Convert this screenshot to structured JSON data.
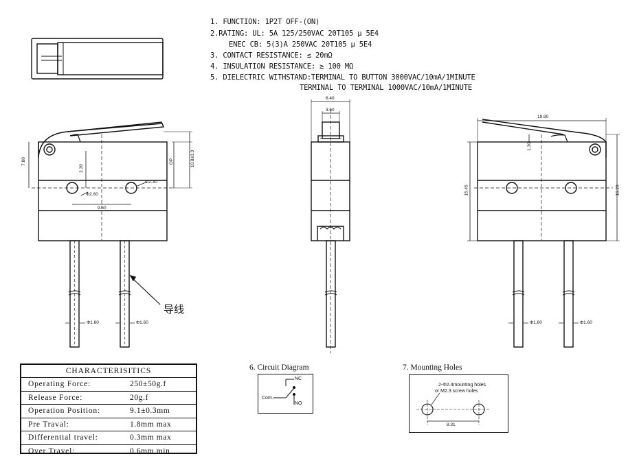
{
  "specs": [
    "1. FUNCTION: 1P2T OFF-(ON)",
    "2.RATING: UL: 5A 125/250VAC 20T105 μ 5E4",
    "ENEC CB: 5(3)A 250VAC 20T105 μ 5E4",
    "3. CONTACT RESISTANCE: ≤ 20mΩ",
    "4. INSULATION RESISTANCE: ≥ 100 MΩ",
    "5. DIELECTRIC WITHSTAND:TERMINAL TO BUTTON 3000VAC/10mA/1MINUTE",
    "TERMINAL TO TERMINAL 1000VAC/10mA/1MINUTE"
  ],
  "dims": {
    "front_h1": "7.80",
    "front_h2": "2.30",
    "front_hole_d": "Φ2.60",
    "front_hole_d2": "Φ2.30",
    "front_pitch": "9.50",
    "front_h3": "OP",
    "front_h4": "10.8±0.3",
    "front_wire_d1": "Φ1.60",
    "front_wire_d2": "Φ1.60",
    "side_w1": "6.40",
    "side_w2": "3.60",
    "right_w": "19.90",
    "right_h1": "1.30",
    "right_h2": "15.45",
    "right_h3": "16.20",
    "right_wire_d1": "Φ1.60",
    "right_wire_d2": "Φ1.60"
  },
  "lead_label": "导线",
  "characteristics": {
    "title": "CHARACTERISITICS",
    "rows": [
      {
        "k": "Operating Force:",
        "v": "250±50g.f"
      },
      {
        "k": "Release Force:",
        "v": "20g.f"
      },
      {
        "k": "Operation Position:",
        "v": "9.1±0.3mm"
      },
      {
        "k": "Pre Traval:",
        "v": "1.8mm max"
      },
      {
        "k": "Differential travel:",
        "v": "0.3mm max"
      },
      {
        "k": "Over Travel:",
        "v": "0.6mm min"
      }
    ]
  },
  "circuit": {
    "title": "6. Circuit Diagram",
    "nc": "NC",
    "com": "Com.",
    "no": "NO"
  },
  "mounting": {
    "title": "7. Mounting Holes",
    "note1": "2-Φ2.4mounting holes",
    "note2": "or M2.3 screw holes",
    "pitch": "8.31"
  }
}
